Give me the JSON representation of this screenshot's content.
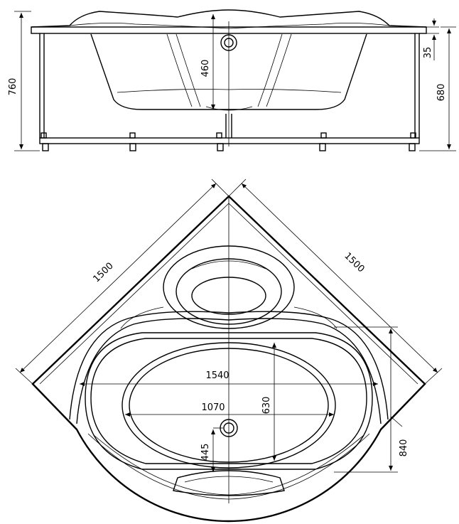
{
  "side_view": {
    "dims": {
      "total_height": "760",
      "inner_depth": "460",
      "rim_thickness": "35",
      "panel_height": "680"
    }
  },
  "top_view": {
    "dims": {
      "side_left": "1500",
      "side_right": "1500",
      "outer_width": "1540",
      "inner_length": "1070",
      "inner_width": "630",
      "drain_offset": "445",
      "depth_extent": "840"
    }
  }
}
